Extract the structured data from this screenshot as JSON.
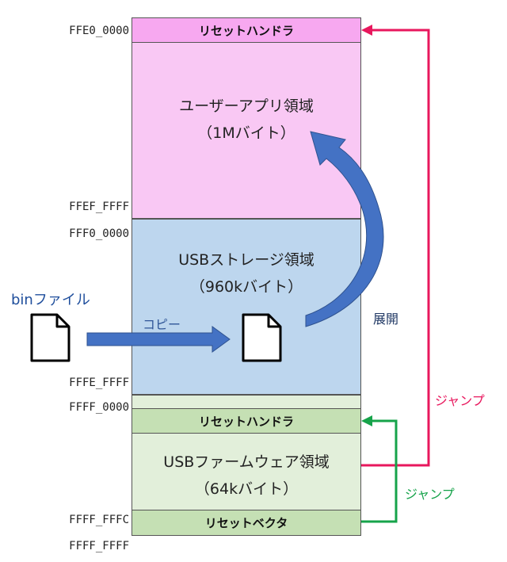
{
  "addresses": {
    "a1": "FFE0_0000",
    "a2": "FFEF_FFFF",
    "a3": "FFF0_0000",
    "a4": "FFFE_FFFF",
    "a5": "FFFF_0000",
    "a6": "FFFF_FFFC",
    "a7": "FFFF_FFFF"
  },
  "regions": {
    "reset_handler_top": "リセットハンドラ",
    "user_app_title": "ユーザーアプリ領域",
    "user_app_size": "（1Mバイト）",
    "usb_storage_title": "USBストレージ領域",
    "usb_storage_size": "（960kバイト）",
    "reset_handler_bottom": "リセットハンドラ",
    "usb_fw_title": "USBファームウェア領域",
    "usb_fw_size": "（64kバイト）",
    "reset_vector": "リセットベクタ"
  },
  "labels": {
    "bin_file": "binファイル",
    "copy": "コピー",
    "expand": "展開",
    "jump_red": "ジャンプ",
    "jump_green": "ジャンプ"
  },
  "colors": {
    "pink_band": "#f7a8f0",
    "pink_region": "#f9c8f4",
    "blue_region": "#bdd6ee",
    "green_region": "#e2efda",
    "green_band": "#c5e0b4",
    "arrow_blue": "#4472c4",
    "jump_red": "#e8175d",
    "jump_green": "#16a34a",
    "text_navy": "#203864"
  },
  "icons": [
    "file-icon",
    "file-icon-inside"
  ]
}
